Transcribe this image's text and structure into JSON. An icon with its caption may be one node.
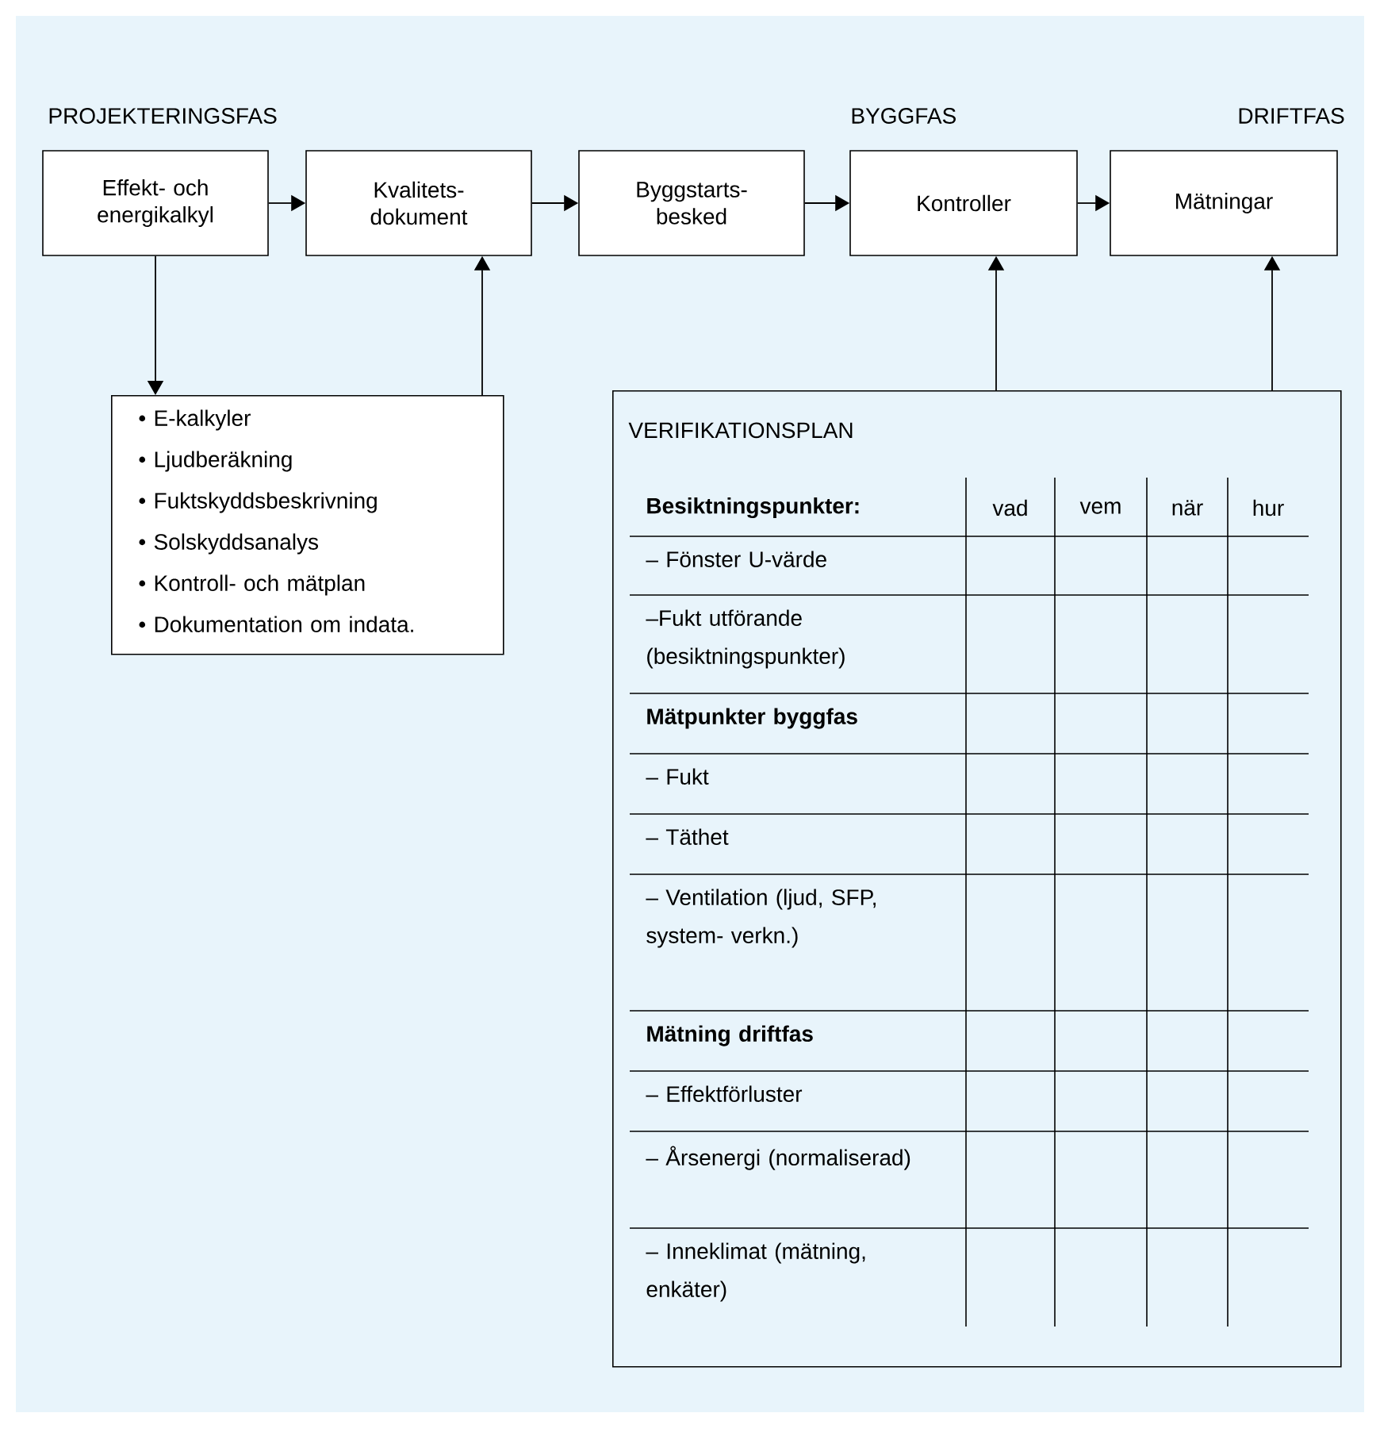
{
  "diagram": {
    "nodes": [
      {
        "text": [
          "Effekt- och energikalkyl"
        ]
      },
      {
        "text": [
          "Kvalitets- dokument"
        ]
      },
      {
        "text": [
          "Byggstarts- besked"
        ]
      },
      {
        "text": [
          "Kontroller"
        ]
      },
      {
        "text": [
          "Mätningar"
        ]
      },
      {
        "text": [
          "• E-kalkyler",
          "• Ljudberäkning",
          "• Fuktskyddsbeskrivning",
          "• Solskyddsanalys",
          "• Kontroll- och mätplan",
          "• Dokumentation om indata."
        ]
      },
      {
        "text": [
          "VERIFIKATIONSPLAN"
        ]
      }
    ],
    "edges": [
      {
        "from": 0,
        "to": 1,
        "arrow": "to"
      },
      {
        "from": 1,
        "to": 2,
        "arrow": "to"
      },
      {
        "from": 2,
        "to": 3,
        "arrow": "to"
      },
      {
        "from": 3,
        "to": 4,
        "arrow": "to"
      },
      {
        "from": 0,
        "to": 5,
        "arrow": "to"
      },
      {
        "from": 5,
        "to": 1,
        "arrow": "to"
      },
      {
        "from": 6,
        "to": 3,
        "arrow": "to"
      },
      {
        "from": 6,
        "to": 4,
        "arrow": "to"
      }
    ],
    "labels": [
      "PROJEKTERINGSFAS",
      "BYGGFAS",
      "DRIFTFAS",
      "Besiktningspunkter:",
      "vad",
      "vem",
      "när",
      "hur",
      "– Fönster U-värde",
      "–Fukt utförande (besiktningspunkter)",
      "Mätpunkter byggfas",
      "– Fukt",
      "– Täthet",
      "– Ventilation (ljud, SFP, system- verkn.)",
      "Mätning driftfas",
      "– Effektförluster",
      "– Årsenergi (normaliserad)",
      "– Inneklimat (mätning, enkäter)"
    ]
  }
}
